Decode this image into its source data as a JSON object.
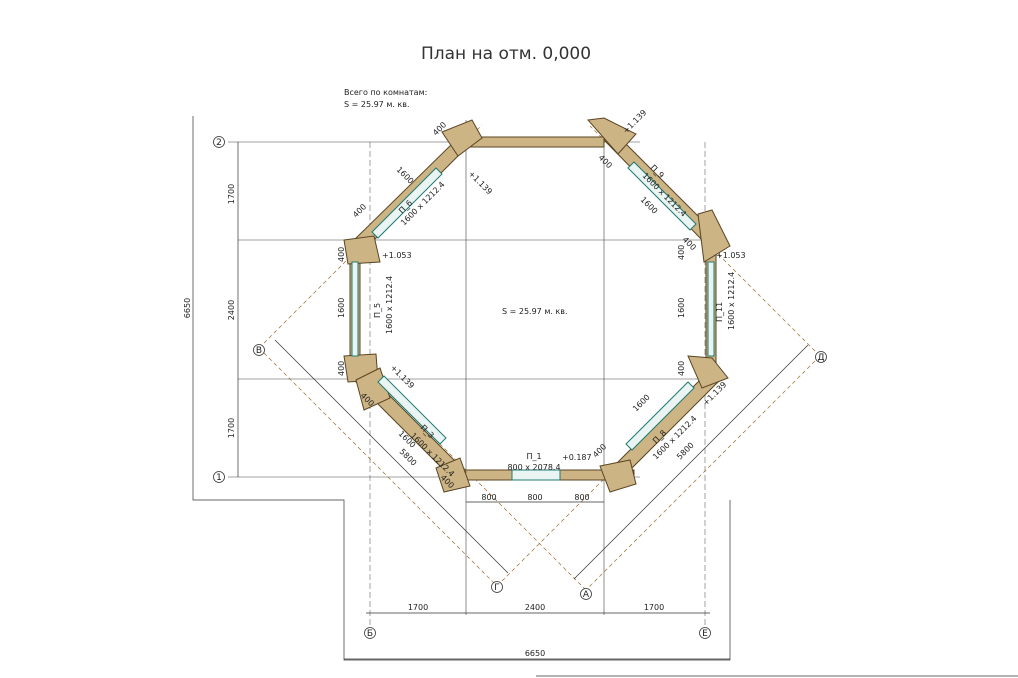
{
  "title": "План на отм. 0,000",
  "summary": {
    "label": "Всего по комнатам:",
    "value": "S   =  25.97 м. кв."
  },
  "center_area": "S   = 25.97 м. кв.",
  "axes": {
    "a": "А",
    "b": "Б",
    "v": "В",
    "g": "Г",
    "d": "Д",
    "e": "Е",
    "one": "1",
    "two": "2"
  },
  "dimensions": {
    "total_h": "6650",
    "total_v": "6650",
    "seg_1700": "1700",
    "seg_2400": "2400",
    "seg_800": "800",
    "seg_1600": "1600",
    "seg_400": "400",
    "seg_5800": "5800"
  },
  "windows": [
    {
      "mark": "П_1",
      "size": "800 х 2078.4"
    },
    {
      "mark": "П_3",
      "size": "1600 х 1212.4"
    },
    {
      "mark": "П_5",
      "size": "1600 х 1212.4"
    },
    {
      "mark": "П_6",
      "size": "1600 х 1212.4"
    },
    {
      "mark": "П_8",
      "size": "1600 х 1212.4"
    },
    {
      "mark": "П_9",
      "size": "1600 х 1212.4"
    },
    {
      "mark": "П_11",
      "size": "1600 х 1212.4"
    }
  ],
  "levels": {
    "l139": "+1.139",
    "l1053": "+1.053",
    "l0187": "+0.187"
  }
}
